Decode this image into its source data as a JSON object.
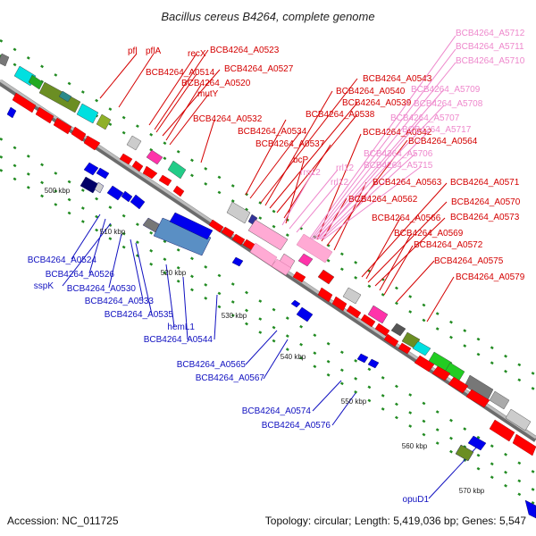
{
  "title": "Bacillus cereus B4264, complete genome",
  "footer": {
    "accession": "Accession: NC_011725",
    "stats": "Topology: circular; Length: 5,419,036 bp; Genes: 5,547"
  },
  "colors": {
    "forward_label": "#d40000",
    "reverse_label": "#1010c0",
    "rna_label": "#ee88cc",
    "forward_cds": "#ff0000",
    "reverse_cds": "#0000ee",
    "rna": "#ffaad4",
    "backbone": "#999999",
    "tick": "#228b22"
  },
  "ticks": [
    "500 kbp",
    "510 kbp",
    "520 kbp",
    "530 kbp",
    "540 kbp",
    "550 kbp",
    "560 kbp",
    "570 kbp"
  ],
  "forward_labels": [
    "pfl",
    "pflA",
    "recX",
    "BCB4264_A0523",
    "BCB4264_A0514",
    "BCB4264_A0527",
    "BCB4264_A0520",
    "mutY",
    "BCB4264_A0543",
    "BCB4264_A0540",
    "BCB4264_A0539",
    "BCB4264_A0538",
    "BCB4264_A0532",
    "BCB4264_A0534",
    "BCB4264_A0542",
    "BCB4264_A0537",
    "BCB4264_A0564",
    "bcP",
    "BCB4264_A0563",
    "BCB4264_A0571",
    "BCB4264_A0562",
    "BCB4264_A0570",
    "BCB4264_A0566",
    "BCB4264_A0573",
    "BCB4264_A0569",
    "BCB4264_A0572",
    "BCB4264_A0575",
    "BCB4264_A0579"
  ],
  "rna_labels": [
    "BCB4264_A5712",
    "BCB4264_A5711",
    "BCB4264_A5710",
    "BCB4264_A5709",
    "BCB4264_A5708",
    "BCB4264_A5707",
    "BCB4264_A5717",
    "BCB4264_A5706",
    "BCB4264_A5715",
    "rrs12",
    "rrl12",
    "rrl12"
  ],
  "reverse_labels": [
    "BCB4264_A0524",
    "BCB4264_A0526",
    "sspK",
    "BCB4264_A0530",
    "BCB4264_A0533",
    "BCB4264_A0535",
    "hemL1",
    "BCB4264_A0544",
    "BCB4264_A0565",
    "BCB4264_A0567",
    "BCB4264_A0574",
    "BCB4264_A0576",
    "opuD1"
  ]
}
